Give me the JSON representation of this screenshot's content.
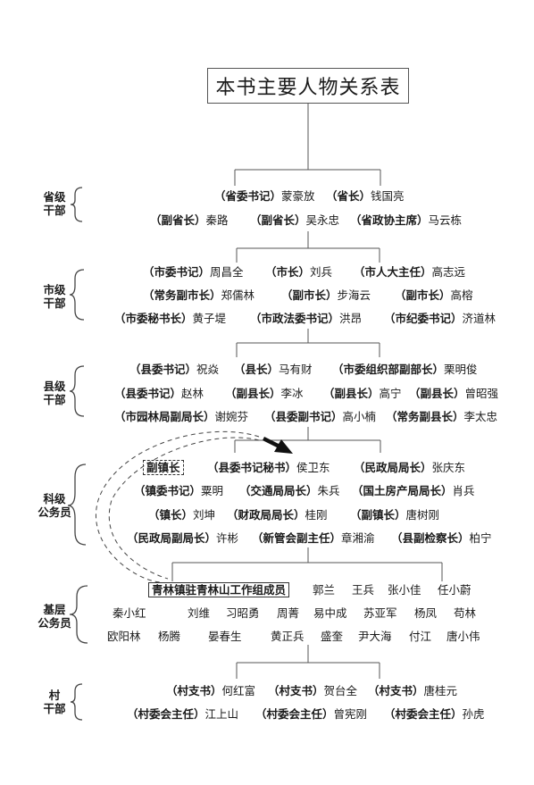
{
  "title": "本书主要人物关系表",
  "levels": {
    "province": "省级\n干部",
    "city": "市级\n干部",
    "county": "县级\n干部",
    "section": "科级\n公务员",
    "grassroots": "基层\n公务员",
    "village": "村\n干部"
  },
  "province": {
    "row1": [
      {
        "title": "（省委书记）",
        "name": "蒙豪放"
      },
      {
        "title": "（省长）",
        "name": "钱国亮"
      }
    ],
    "row2": [
      {
        "title": "（副省长）",
        "name": "秦路"
      },
      {
        "title": "（副省长）",
        "name": "吴永忠"
      },
      {
        "title": "（省政协主席）",
        "name": "马云栋"
      }
    ]
  },
  "city": {
    "row1": [
      {
        "title": "（市委书记）",
        "name": "周昌全"
      },
      {
        "title": "（市长）",
        "name": "刘兵"
      },
      {
        "title": "（市人大主任）",
        "name": "高志远"
      }
    ],
    "row2": [
      {
        "title": "（常务副市长）",
        "name": "郑儒林"
      },
      {
        "title": "（副市长）",
        "name": "步海云"
      },
      {
        "title": "（副市长）",
        "name": "高榕"
      }
    ],
    "row3": [
      {
        "title": "（市委秘书长）",
        "name": "黄子堤"
      },
      {
        "title": "（市政法委书记）",
        "name": "洪昂"
      },
      {
        "title": "（市纪委书记）",
        "name": "济道林"
      }
    ]
  },
  "county": {
    "row1": [
      {
        "title": "（县委书记）",
        "name": "祝焱"
      },
      {
        "title": "（县长）",
        "name": "马有财"
      },
      {
        "title": "（市委组织部副部长）",
        "name": "栗明俊"
      }
    ],
    "row2": [
      {
        "title": "（县委书记）",
        "name": "赵林"
      },
      {
        "title": "（副县长）",
        "name": "李冰"
      },
      {
        "title": "（副县长）",
        "name": "高宁"
      },
      {
        "title": "（副县长）",
        "name": "曾昭强"
      }
    ],
    "row3": [
      {
        "title": "（市园林局副局长）",
        "name": "谢婉芬"
      },
      {
        "title": "（县委副书记）",
        "name": "高小楠"
      },
      {
        "title": "（常务副县长）",
        "name": "李太忠"
      }
    ]
  },
  "section": {
    "row1": [
      {
        "title": "副镇长",
        "name": ""
      },
      {
        "title": "（县委书记秘书）",
        "name": "侯卫东"
      },
      {
        "title": "（民政局局长）",
        "name": "张庆东"
      }
    ],
    "row2": [
      {
        "title": "（镇委书记）",
        "name": "粟明"
      },
      {
        "title": "（交通局局长）",
        "name": "朱兵"
      },
      {
        "title": "（国土房产局局长）",
        "name": "肖兵"
      }
    ],
    "row3": [
      {
        "title": "（镇长）",
        "name": "刘坤"
      },
      {
        "title": "（财政局局长）",
        "name": "桂刚"
      },
      {
        "title": "（副镇长）",
        "name": "唐树刚"
      }
    ],
    "row4": [
      {
        "title": "（民政局副局长）",
        "name": "许彬"
      },
      {
        "title": "（新管会副主任）",
        "name": "章湘渝"
      },
      {
        "title": "（县副检察长）",
        "name": "柏宁"
      }
    ]
  },
  "grassroots": {
    "group_label": "青林镇驻青林山工作组成员",
    "row1": [
      "郭兰",
      "王兵",
      "张小佳",
      "任小蔚"
    ],
    "row2": [
      "秦小红",
      "刘维",
      "习昭勇",
      "周菁",
      "易中成",
      "苏亚军",
      "杨凤",
      "苟林"
    ],
    "row3": [
      "欧阳林",
      "杨腾",
      "晏春生",
      "黄正兵",
      "盛奎",
      "尹大海",
      "付江",
      "唐小伟"
    ]
  },
  "village": {
    "row1": [
      {
        "title": "（村支书）",
        "name": "何红富"
      },
      {
        "title": "（村支书）",
        "name": "贺台全"
      },
      {
        "title": "（村支书）",
        "name": "唐桂元"
      }
    ],
    "row2": [
      {
        "title": "（村委会主任）",
        "name": "江上山"
      },
      {
        "title": "（村委会主任）",
        "name": "曾宪刚"
      },
      {
        "title": "（村委会主任）",
        "name": "孙虎"
      }
    ]
  }
}
